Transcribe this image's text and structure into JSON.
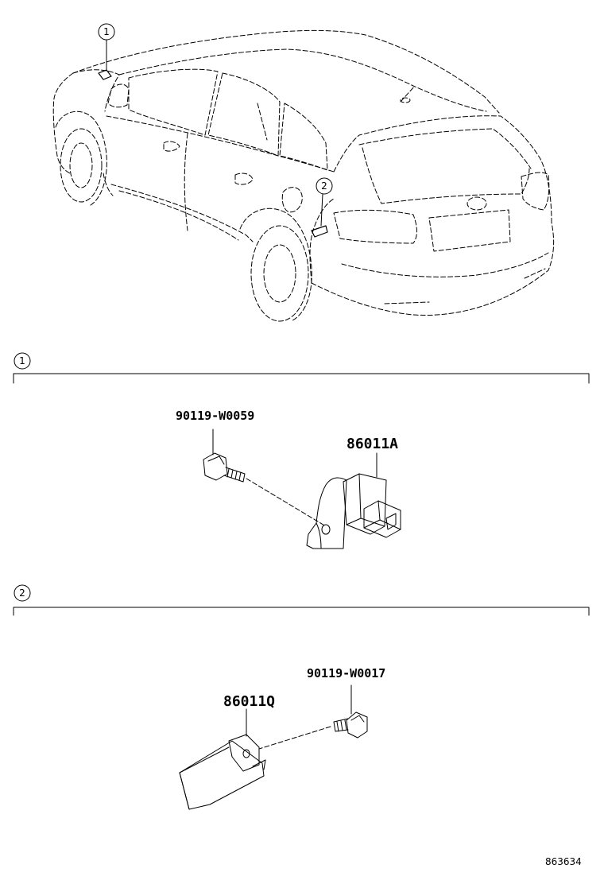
{
  "callouts": [
    "1",
    "2"
  ],
  "sections": [
    {
      "id": "1",
      "parts": [
        {
          "number": "90119-W0059"
        },
        {
          "number": "86011A"
        }
      ]
    },
    {
      "id": "2",
      "parts": [
        {
          "number": "90119-W0017"
        },
        {
          "number": "86011Q"
        }
      ]
    }
  ],
  "reference_code": "863634"
}
